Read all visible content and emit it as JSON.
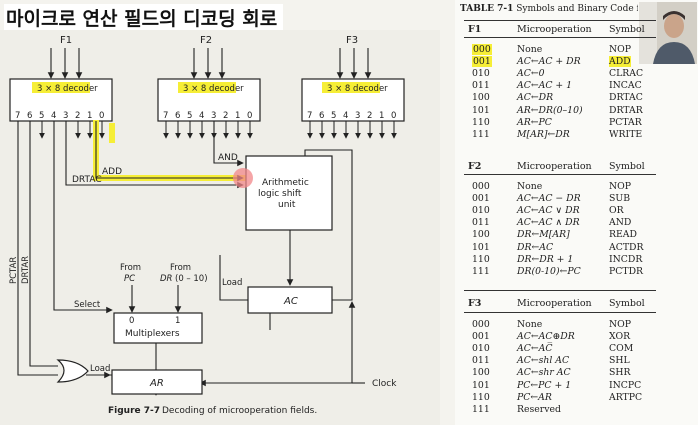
{
  "title": "마이크로 연산 필드의 디코딩 회로",
  "figure": {
    "caption_label": "Figure 7-7",
    "caption_text": "Decoding of microoperation fields.",
    "fields": [
      "F1",
      "F2",
      "F3"
    ],
    "decoder_label": "3 × 8 decoder",
    "decoder_pins": [
      "7",
      "6",
      "5",
      "4",
      "3",
      "2",
      "1",
      "0"
    ],
    "signals": {
      "add": "ADD",
      "and": "AND",
      "drtac": "DRTAC",
      "pctar": "PCTAR",
      "drtar": "DRTAR",
      "load_ac": "Load",
      "load_ar": "Load",
      "select": "Select",
      "clock": "Clock"
    },
    "alu_lines": [
      "Arithmetic",
      "logic shift",
      "unit"
    ],
    "ac": "AC",
    "ar": "AR",
    "mux": {
      "label": "Multiplexers",
      "in0": "0",
      "in1": "1"
    },
    "from_pc": {
      "from": "From",
      "src": "PC"
    },
    "from_dr": {
      "from": "From",
      "src": "DR",
      "range": "(0 – 10)"
    }
  },
  "table": {
    "title_bold": "TABLE 7-1",
    "title_rest": " Symbols and Binary Code for Microinstruct",
    "col_code_f1": "F1",
    "col_code_f2": "F2",
    "col_code_f3": "F3",
    "col_microop": "Microoperation",
    "col_symbol": "Symbol",
    "f1_rows": [
      {
        "code": "000",
        "op": "None",
        "sym": "NOP"
      },
      {
        "code": "001",
        "op": "AC←AC + DR",
        "sym": "ADD"
      },
      {
        "code": "010",
        "op": "AC←0",
        "sym": "CLRAC"
      },
      {
        "code": "011",
        "op": "AC←AC + 1",
        "sym": "INCAC"
      },
      {
        "code": "100",
        "op": "AC←DR",
        "sym": "DRTAC"
      },
      {
        "code": "101",
        "op": "AR←DR(0–10)",
        "sym": "DRTAR"
      },
      {
        "code": "110",
        "op": "AR←PC",
        "sym": "PCTAR"
      },
      {
        "code": "111",
        "op": "M[AR]←DR",
        "sym": "WRITE"
      }
    ],
    "f2_rows": [
      {
        "code": "000",
        "op": "None",
        "sym": "NOP"
      },
      {
        "code": "001",
        "op": "AC←AC − DR",
        "sym": "SUB"
      },
      {
        "code": "010",
        "op": "AC←AC ∨ DR",
        "sym": "OR"
      },
      {
        "code": "011",
        "op": "AC←AC ∧ DR",
        "sym": "AND"
      },
      {
        "code": "100",
        "op": "DR←M[AR]",
        "sym": "READ"
      },
      {
        "code": "101",
        "op": "DR←AC",
        "sym": "ACTDR"
      },
      {
        "code": "110",
        "op": "DR←DR + 1",
        "sym": "INCDR"
      },
      {
        "code": "111",
        "op": "DR(0-10)←PC",
        "sym": "PCTDR"
      }
    ],
    "f3_rows": [
      {
        "code": "000",
        "op": "None",
        "sym": "NOP"
      },
      {
        "code": "001",
        "op": "AC←AC⊕DR",
        "sym": "XOR"
      },
      {
        "code": "010",
        "op": "AC←AC̅",
        "sym": "COM"
      },
      {
        "code": "011",
        "op": "AC←shl AC",
        "sym": "SHL"
      },
      {
        "code": "100",
        "op": "AC←shr AC",
        "sym": "SHR"
      },
      {
        "code": "101",
        "op": "PC←PC + 1",
        "sym": "INCPC"
      },
      {
        "code": "110",
        "op": "PC←AR",
        "sym": "ARTPC"
      },
      {
        "code": "111",
        "op": "Reserved",
        "sym": ""
      }
    ]
  },
  "colors": {
    "highlight": "#f6ee36",
    "cursor": "#f2878a"
  }
}
